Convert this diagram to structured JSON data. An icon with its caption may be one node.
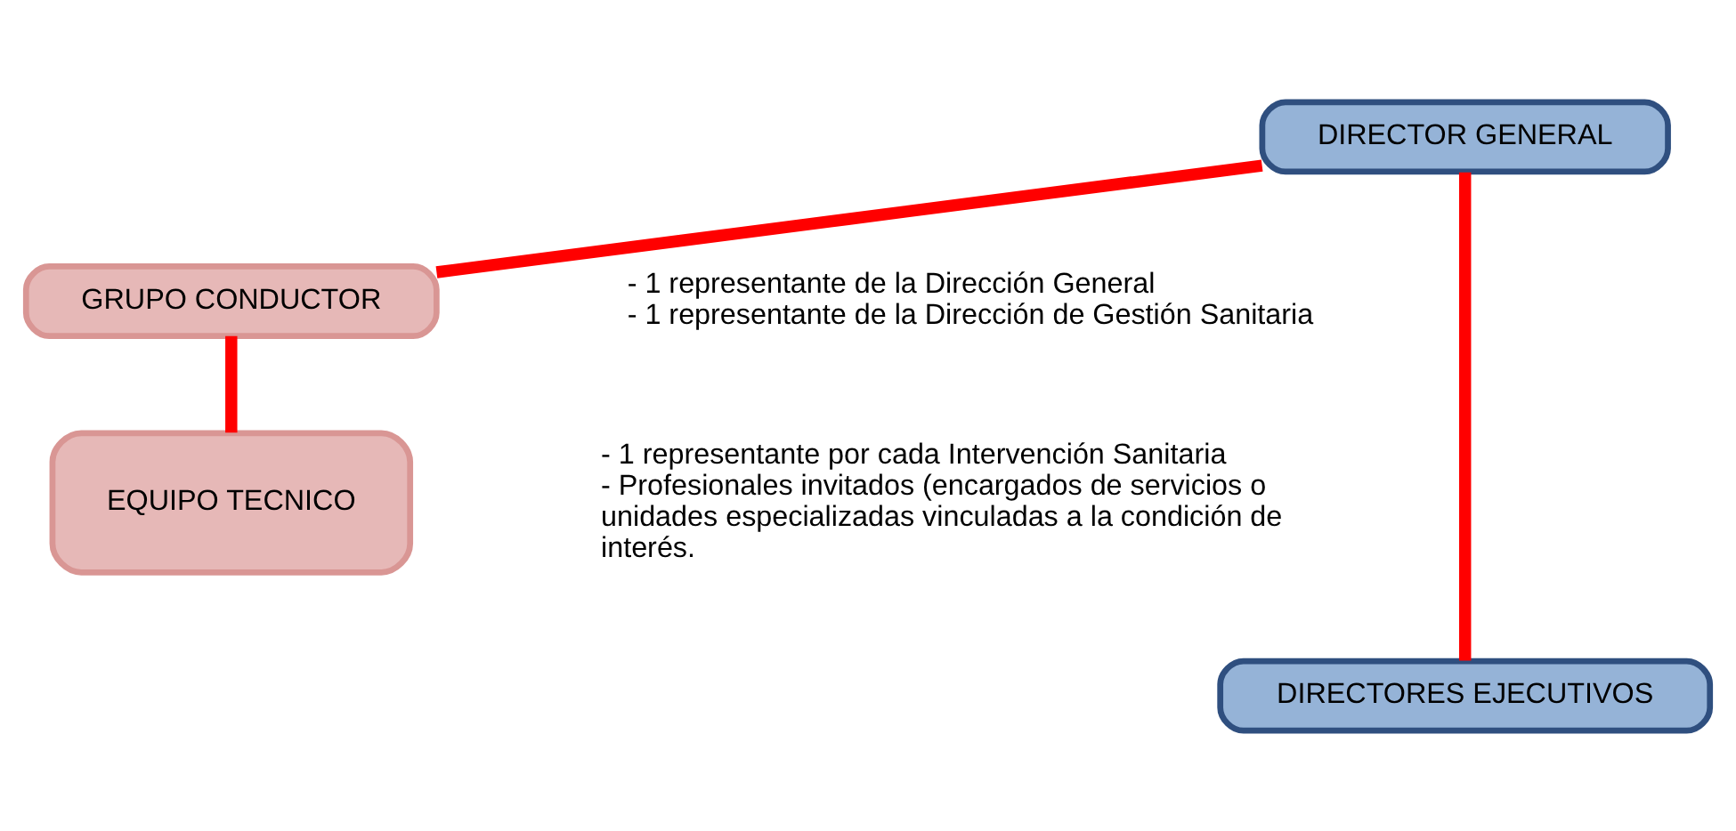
{
  "diagram": {
    "nodes": [
      {
        "text": [
          "DIRECTOR GENERAL"
        ]
      },
      {
        "text": [
          "GRUPO CONDUCTOR"
        ],
        "beside": [
          "- 1 representante de la Dirección General",
          "- 1 representante de la Dirección de Gestión Sanitaria"
        ]
      },
      {
        "text": [
          "EQUIPO TECNICO"
        ],
        "beside": [
          "- 1 representante por cada Intervención Sanitaria",
          "- Profesionales invitados (encargados de servicios o unidades especializadas vinculadas a la condición de interés."
        ]
      },
      {
        "text": [
          "DIRECTORES EJECUTIVOS"
        ]
      }
    ],
    "edges": [
      {
        "from": 0,
        "to": 3,
        "arrow": "none"
      },
      {
        "from": 0,
        "to": 1,
        "arrow": "none"
      },
      {
        "from": 1,
        "to": 2,
        "arrow": "none"
      }
    ]
  }
}
